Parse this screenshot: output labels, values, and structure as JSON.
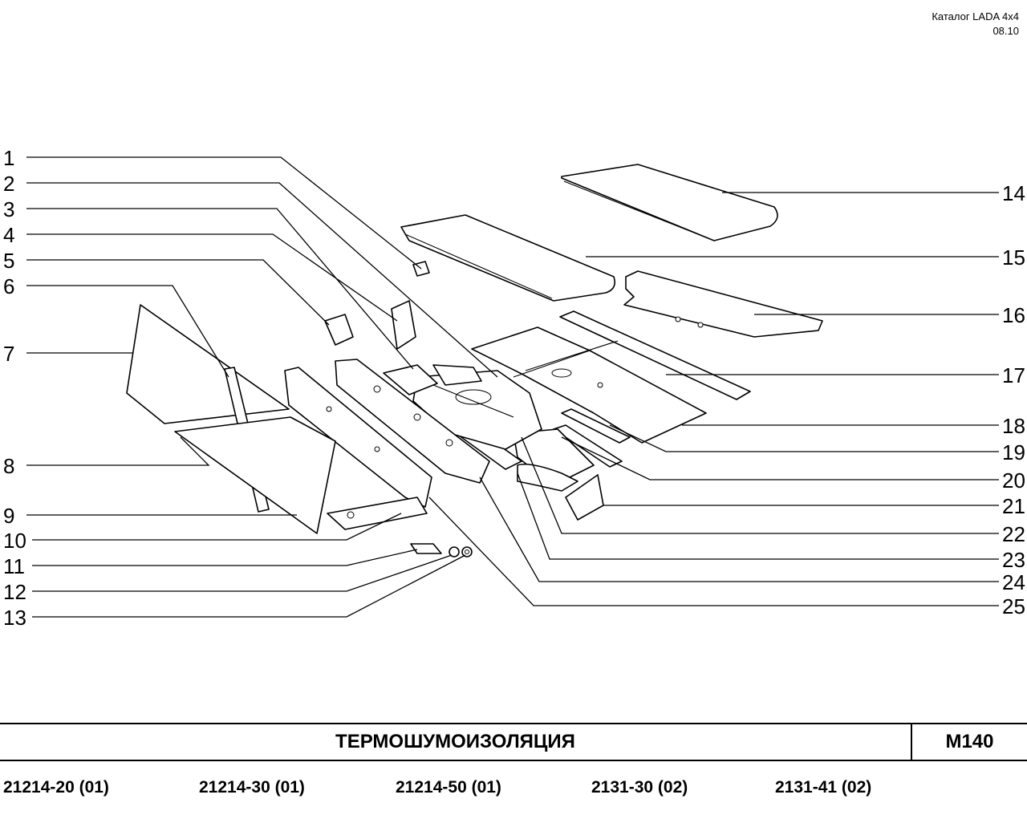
{
  "header": {
    "catalog": "Каталог  LADA  4x4",
    "date": "08.10"
  },
  "callouts": {
    "left": [
      "1",
      "2",
      "3",
      "4",
      "5",
      "6",
      "7",
      "8",
      "9",
      "10",
      "11",
      "12",
      "13"
    ],
    "right": [
      "14",
      "15",
      "16",
      "17",
      "18",
      "19",
      "20",
      "21",
      "22",
      "23",
      "24",
      "25"
    ]
  },
  "title": "ТЕРМОШУМОИЗОЛЯЦИЯ",
  "page_code": "M140",
  "models": [
    "21214-20 (01)",
    "21214-30 (01)",
    "21214-50 (01)",
    "2131-30 (02)",
    "2131-41 (02)"
  ]
}
